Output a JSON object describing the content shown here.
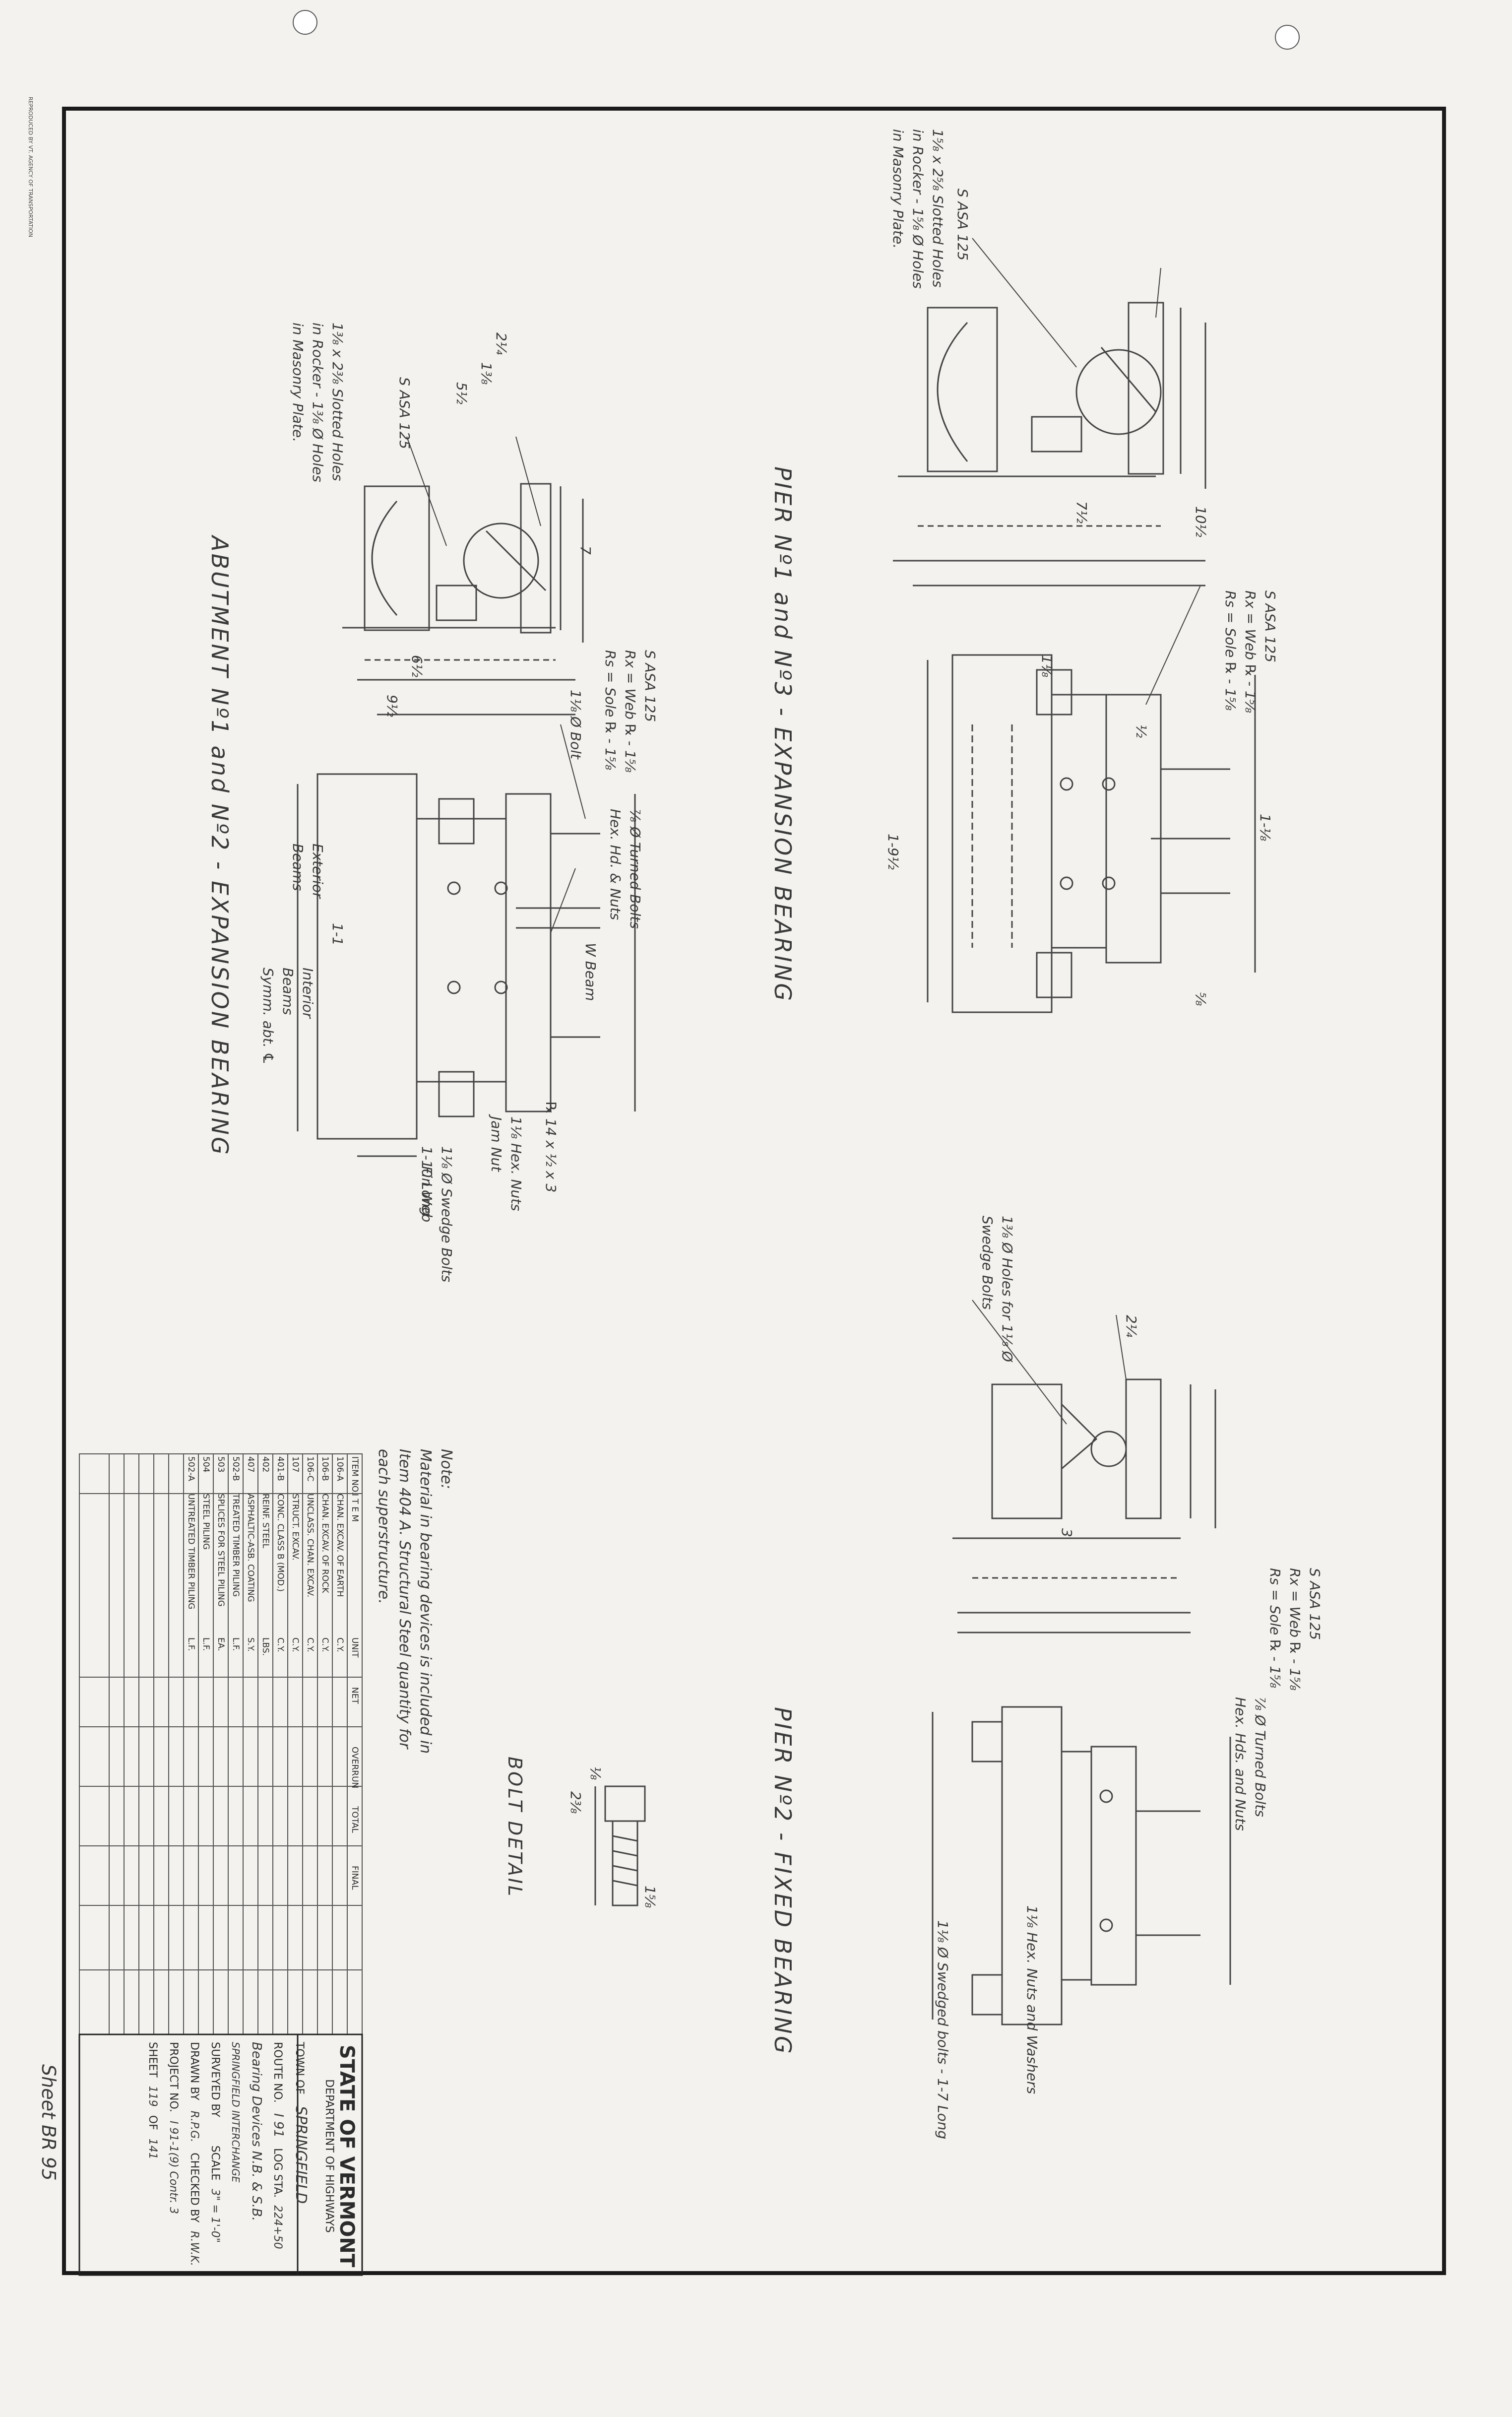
{
  "drawings": {
    "abutment_title": "ABUTMENT Nº1 and Nº2 - EXPANSION BEARING",
    "pier13_title": "PIER Nº1 and Nº3 - EXPANSION BEARING",
    "pier2_title": "PIER Nº2 - FIXED BEARING",
    "bolt_title": "BOLT DETAIL"
  },
  "callouts": {
    "slotted_abut": [
      "1⅜ x 2⅜ Slotted Holes",
      "in Rocker - 1⅜ Ø Holes",
      "in Masonry Plate."
    ],
    "slotted_pier": [
      "1⅝ x 2⅝ Slotted Holes",
      "in Rocker - 1⅝ Ø Holes",
      "in Masonry Plate."
    ],
    "asa_abut": "S ASA 125",
    "asa_pier": "S ASA 125",
    "asa_block_abut": [
      "S ASA 125",
      "Rx = Web ℞ - 1⅝",
      "Rs = Sole ℞ - 1⅝"
    ],
    "asa_block_pier13": [
      "S ASA 125",
      "Rx = Web ℞ - 1⅝",
      "Rs = Sole ℞ - 1⅝"
    ],
    "asa_block_pier2": [
      "S ASA 125",
      "Rx = Web ℞ - 1⅝",
      "Rs = Sole ℞ - 1⅝"
    ],
    "bolt": "1⅛ Ø Bolt",
    "turned_bolts": [
      "⅞ Ø Turned Bolts",
      "Hex. Hd. & Nuts"
    ],
    "w_beam": "W Beam",
    "plate": "℞ 14 x ½ x 3",
    "swedge": [
      "1⅛ Ø Swedge Bolts",
      "1-10 Long"
    ],
    "hex_nuts": [
      "1⅛ Hex. Nuts",
      "Jam Nut"
    ],
    "fin_web": "Fin Web",
    "exterior_beams": [
      "Exterior",
      "Beams"
    ],
    "interior_beams": [
      "Interior",
      "Beams",
      "Symm. abt. ℄"
    ],
    "pier2_swedged": "1⅛ Ø Swedged bolts - 1-7 Long",
    "pier2_hex": "1⅛ Hex. Nuts and Washers",
    "pier2_holes": [
      "1⅜ Ø Holes for 1⅛ Ø",
      "Swedge Bolts"
    ],
    "pier2_turned": [
      "⅞ Ø Turned Bolts",
      "Hex. Hds. and Nuts"
    ],
    "dims": [
      "2¼",
      "5½",
      "1⅜",
      "7",
      "10½",
      "7½",
      "6½",
      "9½",
      "1-1",
      "1-9½",
      "1-⅛",
      "2¼",
      "3",
      "1⅛",
      "½",
      "⅝"
    ]
  },
  "note": {
    "heading": "Note:",
    "body": [
      "Material in bearing devices is included in",
      "Item 404 A. Structural Steel quantity for",
      "each superstructure."
    ]
  },
  "bolt_dims": [
    "2⅜",
    "⅛",
    "1⅝"
  ],
  "quantity_table": {
    "headers": [
      "ITEM NO.",
      "I T E M",
      "UNIT",
      "NET",
      "OVERRUN",
      "TOTAL",
      "FINAL"
    ],
    "rows": [
      {
        "no": "106-A",
        "item": "CHAN. EXCAV. OF EARTH",
        "unit": "C.Y."
      },
      {
        "no": "106-B",
        "item": "CHAN. EXCAV. OF ROCK",
        "unit": "C.Y."
      },
      {
        "no": "106-C",
        "item": "UNCLASS. CHAN. EXCAV.",
        "unit": "C.Y."
      },
      {
        "no": "107",
        "item": "STRUCT. EXCAV.",
        "unit": "C.Y."
      },
      {
        "no": "401-B",
        "item": "CONC. CLASS B (MOD.)",
        "unit": "C.Y."
      },
      {
        "no": "402",
        "item": "REINF. STEEL",
        "unit": "LBS."
      },
      {
        "no": "407",
        "item": "ASPHALTIC-ASB. COATING",
        "unit": "S.Y."
      },
      {
        "no": "502-B",
        "item": "TREATED TIMBER PILING",
        "unit": "L.F."
      },
      {
        "no": "503",
        "item": "SPLICES FOR STEEL PILING",
        "unit": "EA."
      },
      {
        "no": "504",
        "item": "STEEL PILING",
        "unit": "L.F."
      },
      {
        "no": "502-A",
        "item": "UNTREATED TIMBER PILING",
        "unit": "L.F."
      },
      {
        "no": "",
        "item": "",
        "unit": ""
      },
      {
        "no": "",
        "item": "",
        "unit": ""
      },
      {
        "no": "",
        "item": "",
        "unit": ""
      },
      {
        "no": "",
        "item": "",
        "unit": ""
      },
      {
        "no": "",
        "item": "",
        "unit": ""
      },
      {
        "no": "",
        "item": "",
        "unit": ""
      }
    ]
  },
  "title_block": {
    "state": "STATE OF VERMONT",
    "dept": "DEPARTMENT OF HIGHWAYS",
    "town_label": "TOWN OF",
    "town": "SPRINGFIELD",
    "route_label": "ROUTE NO.",
    "route": "I 91",
    "log_label": "LOG STA.",
    "log": "224+50",
    "desc1": "Bearing Devices N.B. & S.B.",
    "desc2": "SPRINGFIELD INTERCHANGE",
    "surveyed_label": "SURVEYED BY",
    "scale_label": "SCALE",
    "scale": "3\" = 1'-0\"",
    "drawn_label": "DRAWN BY",
    "drawn": "R.P.G.",
    "checked_label": "CHECKED BY",
    "checked": "R.W.K.",
    "project_label": "PROJECT NO.",
    "project": "I 91-1(9) Contr. 3",
    "sheet_label": "SHEET",
    "sheet": "119",
    "of_label": "OF",
    "of": "141",
    "sheet_ref": "Sheet BR 95"
  },
  "stamp": [
    "REPRODUCED",
    "BY",
    "VT. AGENCY OF",
    "TRANSPORTATION"
  ]
}
